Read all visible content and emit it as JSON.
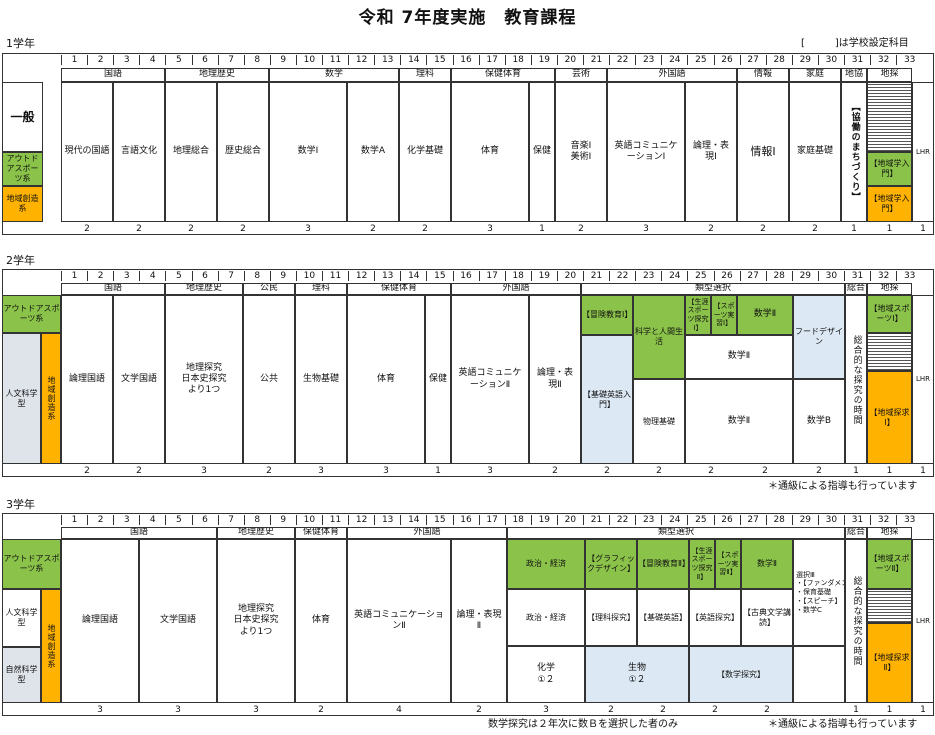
{
  "title": "令和 7年度実施　教育課程",
  "legend": "[　　　]は学校設定科目",
  "y1": {
    "label": "1学年",
    "cols": [
      "1",
      "2",
      "3",
      "4",
      "5",
      "6",
      "7",
      "8",
      "9",
      "10",
      "11",
      "12",
      "13",
      "14",
      "15",
      "16",
      "17",
      "18",
      "19",
      "20",
      "21",
      "22",
      "23",
      "24",
      "25",
      "26",
      "27",
      "28",
      "29",
      "30",
      "31",
      "32",
      "33"
    ],
    "groups": [
      "国語",
      "地理歴史",
      "数学",
      "理科",
      "保健体育",
      "芸術",
      "外国語",
      "情報",
      "家庭",
      "地協",
      "地探"
    ],
    "side": [
      "一般",
      "アウトドアスポーツ系",
      "地域創造系"
    ],
    "subjects": [
      "現代の国語",
      "言語文化",
      "地理総合",
      "歴史総合",
      "数学Ⅰ",
      "数学A",
      "化学基礎",
      "体育",
      "保健",
      "音楽Ⅰ\n美術Ⅰ",
      "英語コミュニケーションⅠ",
      "論理・表現Ⅰ",
      "情報Ⅰ",
      "家庭基礎",
      "【協働のまちづくり】",
      "【地域学入門】",
      "【地域学入門】",
      "LHR"
    ],
    "credits": [
      "2",
      "2",
      "2",
      "2",
      "3",
      "2",
      "2",
      "3",
      "1",
      "2",
      "3",
      "2",
      "2",
      "2",
      "1",
      "1",
      "1"
    ]
  },
  "y2": {
    "label": "2学年",
    "groups": [
      "国語",
      "地理歴史",
      "公民",
      "理科",
      "保健体育",
      "外国語",
      "類型選択",
      "総合",
      "地探"
    ],
    "side": [
      "アウトドアスポーツ系",
      "人文科学型",
      "地域創造系"
    ],
    "subjects": [
      "論理国語",
      "文学国語",
      "地理探究\n日本史探究\nより1つ",
      "公共",
      "生物基礎",
      "体育",
      "保健",
      "英語コミュニケーションⅡ",
      "論理・表現Ⅱ",
      "【冒険教育Ⅰ】",
      "科学と人間生活",
      "【生涯スポーツ探究Ⅰ】",
      "【スポーツ実習Ⅰ】",
      "数学Ⅱ",
      "フードデザイン",
      "【基礎英語入門】",
      "数学Ⅱ",
      "物理基礎",
      "数学Ⅱ",
      "数学B",
      "総合的な探究の時間",
      "【地域スポーツⅠ】",
      "【地域探求Ⅰ】",
      "LHR"
    ],
    "credits": [
      "2",
      "2",
      "3",
      "2",
      "3",
      "3",
      "1",
      "3",
      "2",
      "2",
      "2",
      "2",
      "2",
      "2",
      "1",
      "1",
      "1"
    ],
    "note": "＊通級による指導も行っています"
  },
  "y3": {
    "label": "3学年",
    "groups": [
      "国語",
      "地理歴史",
      "保健体育",
      "外国語",
      "類型選択",
      "総合",
      "地探"
    ],
    "side": [
      "アウトドアスポーツ系",
      "人文科学型",
      "地域創造系",
      "自然科学型"
    ],
    "subjects": [
      "論理国語",
      "文学国語",
      "地理探究\n日本史探究\nより1つ",
      "体育",
      "英語コミュニケーションⅡ",
      "論理・表現Ⅱ",
      "政治・経済",
      "【グラフィックデザイン】",
      "【冒険教育Ⅱ】",
      "【生涯スポーツ探究Ⅱ】",
      "【スポーツ実習Ⅱ】",
      "数学Ⅱ",
      "選択Ⅲ\n・【ファンダメンタルスピーチ】\n・保育基礎\n・【スピーチ】\n・数学C",
      "政治・経済",
      "【理科探究】",
      "【基礎英語】",
      "【英語探究】",
      "【古典文学講読】",
      "化学\n①２",
      "生物\n①２",
      "【数学探究】",
      "総合的な探究の時間",
      "【地域スポーツⅡ】",
      "【地域探求Ⅱ】",
      "LHR"
    ],
    "credits": [
      "3",
      "3",
      "3",
      "2",
      "4",
      "2",
      "3",
      "2",
      "2",
      "2",
      "2",
      "1",
      "1",
      "1"
    ],
    "note1": "数学探究は２年次に数Ｂを選択した者のみ",
    "note2": "＊通級による指導も行っています"
  },
  "colors": {
    "green": "#8bc34a",
    "orange": "#ffb300",
    "blue": "#dce9f5",
    "gray": "#dfe3ea"
  }
}
